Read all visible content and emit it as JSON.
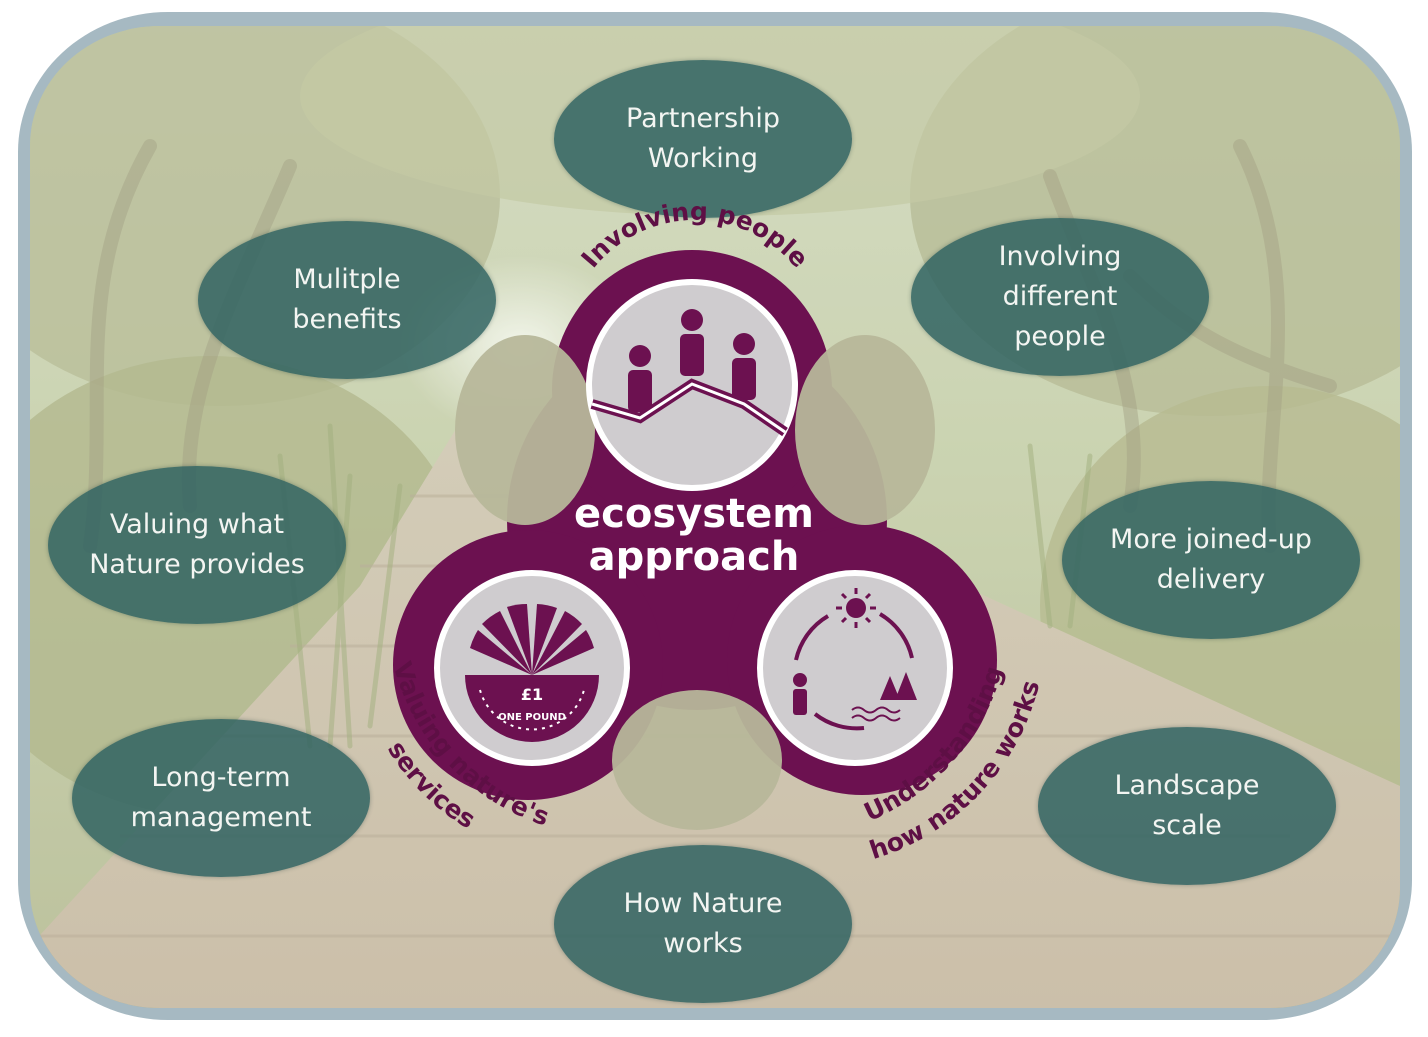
{
  "ellipses": {
    "partnership": "Partnership\nWorking",
    "multiple_benefits": "Mulitple\nbenefits",
    "involving_different": "Involving\ndifferent\npeople",
    "valuing_what": "Valuing what\nNature provides",
    "joined_up": "More joined-up\ndelivery",
    "long_term": "Long-term\nmanagement",
    "landscape": "Landscape\nscale",
    "how_nature": "How Nature\nworks"
  },
  "center": {
    "title_line1": "ecosystem",
    "title_line2": "approach",
    "arc_top": "Involving people",
    "arc_left_line1": "Valuing nature's",
    "arc_left_line2": "services",
    "arc_right_line1": "Understanding",
    "arc_right_line2": "how nature works",
    "coin_symbol": "£1",
    "coin_text": "ONE POUND"
  },
  "colors": {
    "ellipse_fill": "#2f6261",
    "emblem_purple": "#6c1150",
    "frame_border": "#a6b9c2",
    "circle_grey": "#cfcccf"
  }
}
